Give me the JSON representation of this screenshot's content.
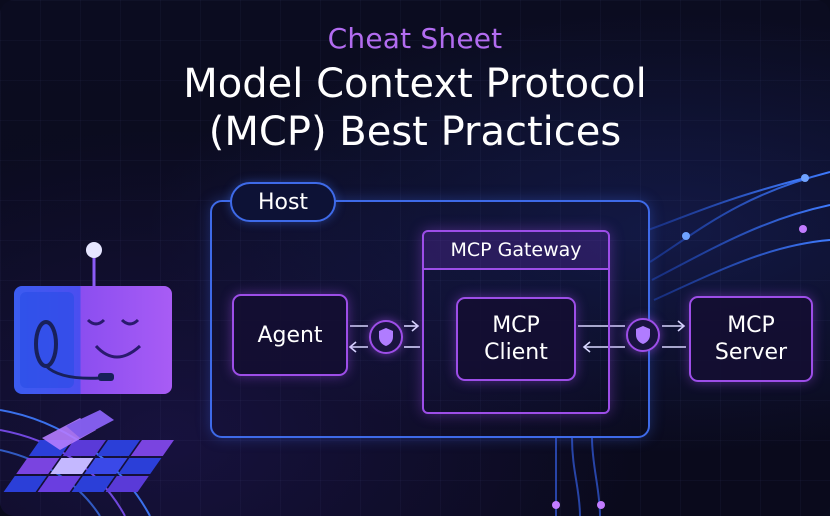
{
  "header": {
    "subtitle": "Cheat Sheet",
    "title_line1": "Model Context Protocol",
    "title_line2": "(MCP) Best Practices"
  },
  "diagram": {
    "host_label": "Host",
    "gateway_label": "MCP Gateway",
    "agent_label": "Agent",
    "client_label_line1": "MCP",
    "client_label_line2": "Client",
    "server_label_line1": "MCP",
    "server_label_line2": "Server"
  },
  "icons": [
    "robot-icon",
    "shield-icon",
    "arrow-right-icon",
    "arrow-left-icon",
    "checkerboard-icon"
  ],
  "colors": {
    "background": "#0a0b1d",
    "accent_purple": "#9d4ee8",
    "accent_blue": "#3e6ae8",
    "subtitle": "#b26cf0",
    "text": "#ffffff"
  }
}
